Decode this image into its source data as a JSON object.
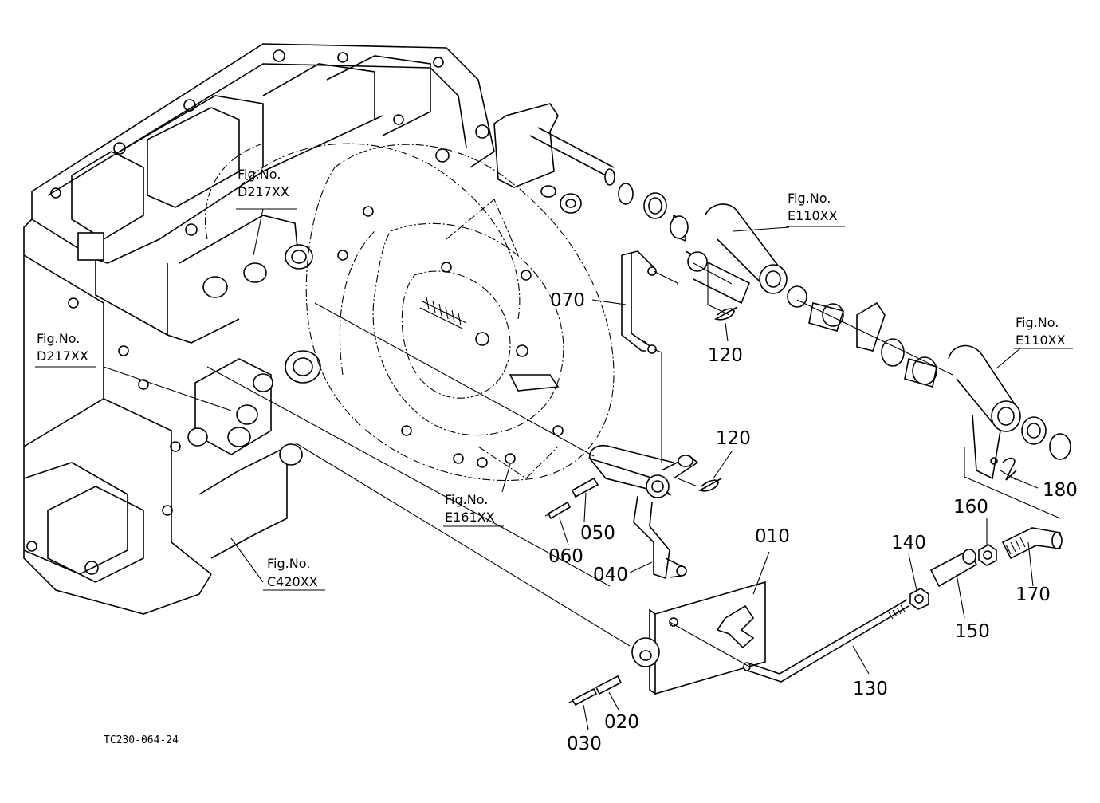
{
  "drawing_code": "TC230-064-24",
  "fig_refs": [
    {
      "label": "Fig.No.",
      "code": "D217XX"
    },
    {
      "label": "Fig.No.",
      "code": "D217XX"
    },
    {
      "label": "Fig.No.",
      "code": "E161XX"
    },
    {
      "label": "Fig.No.",
      "code": "C420XX"
    },
    {
      "label": "Fig.No.",
      "code": "E110XX"
    },
    {
      "label": "Fig.No.",
      "code": "E110XX"
    }
  ],
  "parts": [
    "010",
    "020",
    "030",
    "040",
    "050",
    "060",
    "070",
    "120",
    "120",
    "130",
    "140",
    "150",
    "160",
    "170",
    "180"
  ]
}
